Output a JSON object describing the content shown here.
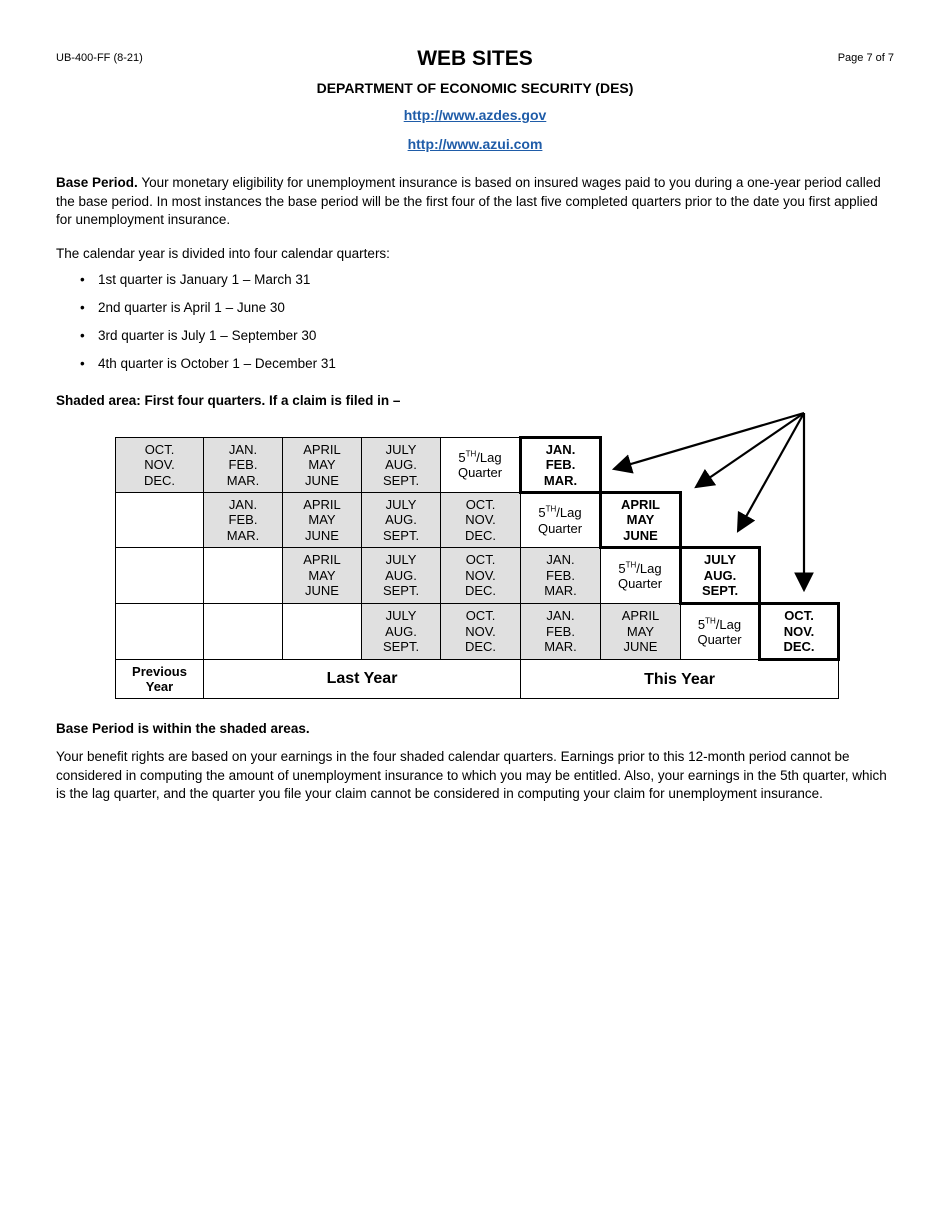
{
  "colors": {
    "shaded": "#e0e0e0",
    "link": "#1f5ca8",
    "border": "#000000"
  },
  "page": {
    "form_number": "UB-400-FF (8-21)",
    "page_indicator": "Page 7 of 7"
  },
  "header": {
    "title": "WEB SITES",
    "subtitle": "DEPARTMENT OF ECONOMIC SECURITY (DES)",
    "links": [
      {
        "label": "http://www.azdes.gov"
      },
      {
        "label": "http://www.azui.com"
      }
    ]
  },
  "body": {
    "base_period_lead": "Base Period.",
    "base_period_rest": "Your monetary eligibility for unemployment insurance is based on insured wages paid to you during a one-year period called the base period. In most instances the base period will be the first four of the last five completed quarters prior to the date you first applied for unemployment insurance.",
    "quarters_intro": "The calendar year is divided into four calendar quarters:",
    "bullets": [
      "1st quarter is January 1 – March 31",
      "2nd quarter is April 1 – June 30",
      "3rd quarter is July 1 – September 30",
      "4th quarter is October 1 – December 31"
    ],
    "claim_heading": "Shaded area: First four quarters. If a claim is filed in –"
  },
  "table": {
    "lag": {
      "prefix": "5",
      "sup": "TH",
      "rest": "/Lag",
      "line2": "Quarter"
    },
    "rows": [
      {
        "cells": [
          {
            "type": "shaded",
            "text": "OCT.\nNOV.\nDEC."
          },
          {
            "type": "shaded",
            "text": "JAN.\nFEB.\nMAR."
          },
          {
            "type": "shaded",
            "text": "APRIL\nMAY\nJUNE"
          },
          {
            "type": "shaded",
            "text": "JULY\nAUG.\nSEPT."
          },
          {
            "type": "lag",
            "text": "5TH/Lag Quarter"
          },
          {
            "type": "claim",
            "text": "JAN.\nFEB.\nMAR."
          }
        ]
      },
      {
        "cells": [
          {
            "type": "empty",
            "text": ""
          },
          {
            "type": "shaded",
            "text": "JAN.\nFEB.\nMAR."
          },
          {
            "type": "shaded",
            "text": "APRIL\nMAY\nJUNE"
          },
          {
            "type": "shaded",
            "text": "JULY\nAUG.\nSEPT."
          },
          {
            "type": "shaded",
            "text": "OCT.\nNOV.\nDEC."
          },
          {
            "type": "lag",
            "text": "5TH/Lag Quarter"
          },
          {
            "type": "claim",
            "text": "APRIL\nMAY\nJUNE"
          }
        ]
      },
      {
        "cells": [
          {
            "type": "empty",
            "text": ""
          },
          {
            "type": "empty",
            "text": ""
          },
          {
            "type": "shaded",
            "text": "APRIL\nMAY\nJUNE"
          },
          {
            "type": "shaded",
            "text": "JULY\nAUG.\nSEPT."
          },
          {
            "type": "shaded",
            "text": "OCT.\nNOV.\nDEC."
          },
          {
            "type": "shaded",
            "text": "JAN.\nFEB.\nMAR."
          },
          {
            "type": "lag",
            "text": "5TH/Lag Quarter"
          },
          {
            "type": "claim",
            "text": "JULY\nAUG.\nSEPT."
          }
        ]
      },
      {
        "cells": [
          {
            "type": "empty",
            "text": ""
          },
          {
            "type": "empty",
            "text": ""
          },
          {
            "type": "empty",
            "text": ""
          },
          {
            "type": "shaded",
            "text": "JULY\nAUG.\nSEPT."
          },
          {
            "type": "shaded",
            "text": "OCT.\nNOV.\nDEC."
          },
          {
            "type": "shaded",
            "text": "JAN.\nFEB.\nMAR."
          },
          {
            "type": "shaded",
            "text": "APRIL\nMAY\nJUNE"
          },
          {
            "type": "lag",
            "text": "5TH/Lag Quarter"
          },
          {
            "type": "claim",
            "text": "OCT.\nNOV.\nDEC."
          }
        ]
      }
    ],
    "footer": {
      "previous_year": "Previous Year",
      "last_year": "Last Year",
      "this_year": "This Year"
    }
  },
  "outro": {
    "bold_line": "Base Period is within the shaded areas.",
    "paragraph": "Your benefit rights are based on your earnings in the four shaded calendar quarters. Earnings prior to this 12-month period cannot be considered in computing the amount of unemployment insurance to which you may be entitled. Also, your earnings in the 5th quarter, which is the lag quarter, and the quarter you file your claim cannot be considered in computing your claim for unemployment insurance."
  }
}
